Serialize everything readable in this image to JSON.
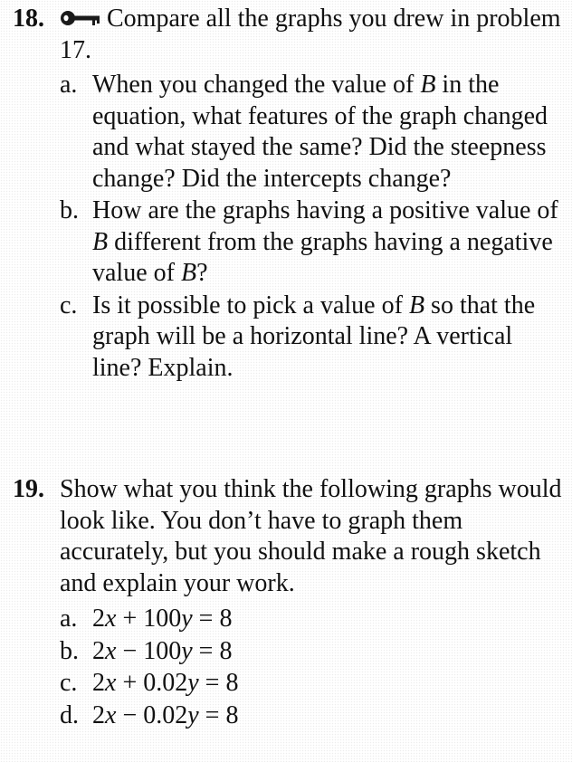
{
  "problem18": {
    "number": "18.",
    "icon": "key-icon",
    "stem": "Compare all the graphs you drew in problem 17.",
    "parts": [
      {
        "letter": "a.",
        "segments": [
          "When you changed the value of ",
          "B",
          " in the equation, what features of the graph changed and what stayed the same? Did the steepness change? Did the intercepts change?"
        ]
      },
      {
        "letter": "b.",
        "segments": [
          "How are the graphs having a positive value of ",
          "B",
          " different from the graphs having a negative value of ",
          "B",
          "?"
        ]
      },
      {
        "letter": "c.",
        "segments": [
          "Is it possible to pick a value of ",
          "B",
          " so that the graph will be a horizontal line? A vertical line? Explain."
        ]
      }
    ]
  },
  "problem19": {
    "number": "19.",
    "stem": "Show what you think the following graphs would look like. You don’t have to graph them accurately, but you should make a rough sketch and explain your work.",
    "parts": [
      {
        "letter": "a.",
        "segments": [
          "2",
          "x",
          " + 100",
          "y",
          " = 8"
        ]
      },
      {
        "letter": "b.",
        "segments": [
          "2",
          "x",
          " − 100",
          "y",
          " = 8"
        ]
      },
      {
        "letter": "c.",
        "segments": [
          "2",
          "x",
          " + 0.02",
          "y",
          " = 8"
        ]
      },
      {
        "letter": "d.",
        "segments": [
          "2",
          "x",
          " − 0.02",
          "y",
          " = 8"
        ]
      }
    ]
  }
}
